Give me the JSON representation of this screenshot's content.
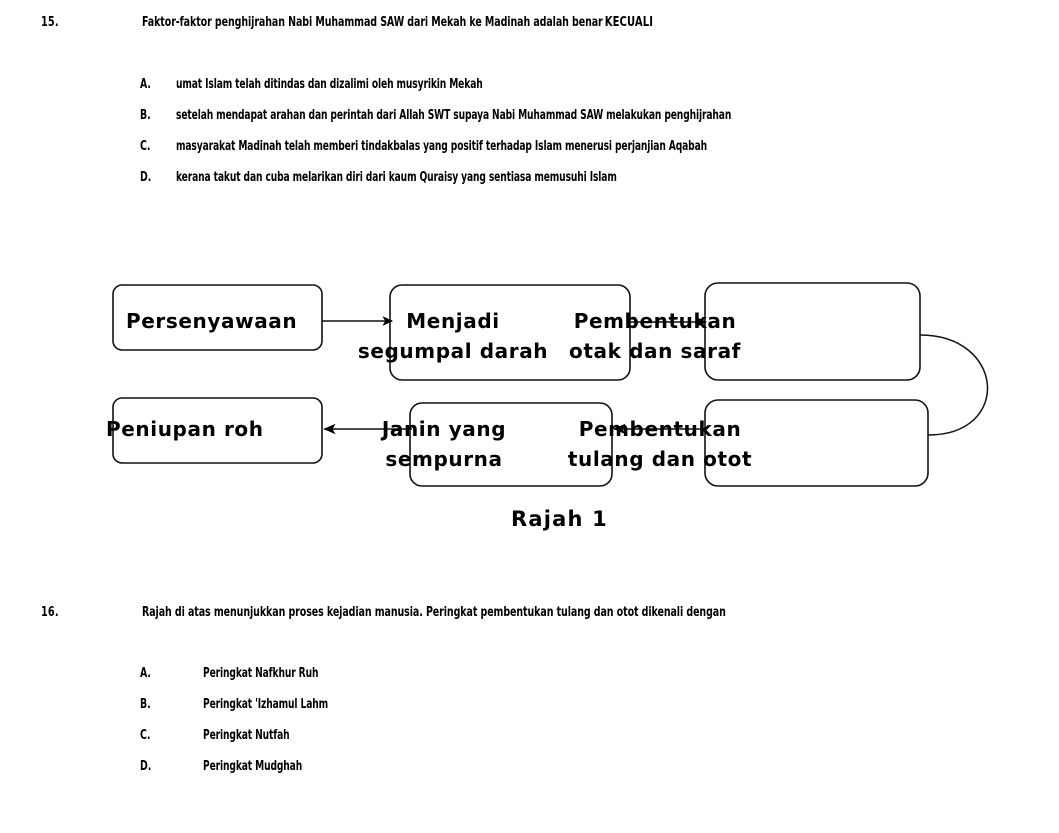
{
  "questions": [
    {
      "number": "15.",
      "stem_before": "Faktor-faktor penghijrahan Nabi Muhammad SAW dari Mekah ke Madinah adalah benar ",
      "stem_emphasis": "KECUALI",
      "options": [
        {
          "letter": "A.",
          "text": "umat Islam telah ditindas dan dizalimi oleh musyrikin Mekah"
        },
        {
          "letter": "B.",
          "text": " setelah mendapat arahan dan perintah dari Allah SWT supaya Nabi Muhammad SAW melakukan penghijrahan"
        },
        {
          "letter": "C.",
          "text": "masyarakat Madinah telah memberi tindakbalas yang positif terhadap Islam menerusi perjanjian Aqabah"
        },
        {
          "letter": "D.",
          "text": "kerana takut dan cuba melarikan diri dari kaum Quraisy yang sentiasa memusuhi Islam"
        }
      ]
    },
    {
      "number": "16.",
      "stem_before": "Rajah di atas menunjukkan proses kejadian manusia. Peringkat pembentukan tulang dan otot dikenali dengan",
      "stem_emphasis": "",
      "options": [
        {
          "letter": "A.",
          "text": "Peringkat Nafkhur Ruh"
        },
        {
          "letter": "B.",
          "text": "Peringkat 'Izhamul Lahm"
        },
        {
          "letter": "C.",
          "text": "Peringkat Nutfah"
        },
        {
          "letter": "D.",
          "text": "Peringkat Mudghah"
        }
      ]
    }
  ],
  "diagram": {
    "caption": "Rajah 1",
    "boxes": [
      {
        "id": "box-persenyawaan",
        "label": "Persenyawaan"
      },
      {
        "id": "box-menjadi-segumpal-darah",
        "label": "Menjadi\nsegumpal darah"
      },
      {
        "id": "box-pembentukan-otak-dan-saraf",
        "label": "Pembentukan\notak dan saraf"
      },
      {
        "id": "box-empty-top-right",
        "label": ""
      },
      {
        "id": "box-peniupan-roh",
        "label": "Peniupan roh"
      },
      {
        "id": "box-janin-yang-sempurna",
        "label": "Janin yang\nsempurna"
      },
      {
        "id": "box-pembentukan-tulang-dan-otot",
        "label": "Pembentukan\ntulang dan otot"
      },
      {
        "id": "box-empty-bottom-right",
        "label": ""
      }
    ],
    "connectors": [
      {
        "id": "arrow-persenyawaan-to-menjadi",
        "direction": "right"
      },
      {
        "id": "arrow-menjadi-to-pembentukan-otak",
        "direction": "right"
      },
      {
        "id": "curve-right-wrap",
        "direction": "curve"
      },
      {
        "id": "arrow-pembentukan-tulang-to-janin",
        "direction": "left"
      },
      {
        "id": "arrow-janin-to-peniupan-roh",
        "direction": "left"
      }
    ]
  },
  "colors": {
    "ink": "#000000",
    "paper": "#ffffff",
    "stroke": "#111111"
  }
}
